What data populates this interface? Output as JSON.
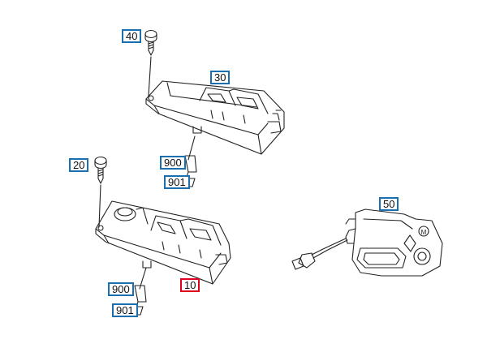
{
  "colors": {
    "callout_border": "#1a6fb0",
    "callout_active_border": "#e0001b",
    "line": "#222222"
  },
  "callouts": {
    "c40": "40",
    "c30": "30",
    "c20": "20",
    "c900a": "900",
    "c901a": "901",
    "c50": "50",
    "c10": "10",
    "c900b": "900",
    "c901b": "901"
  },
  "icons": {
    "motor_symbol": "M"
  }
}
